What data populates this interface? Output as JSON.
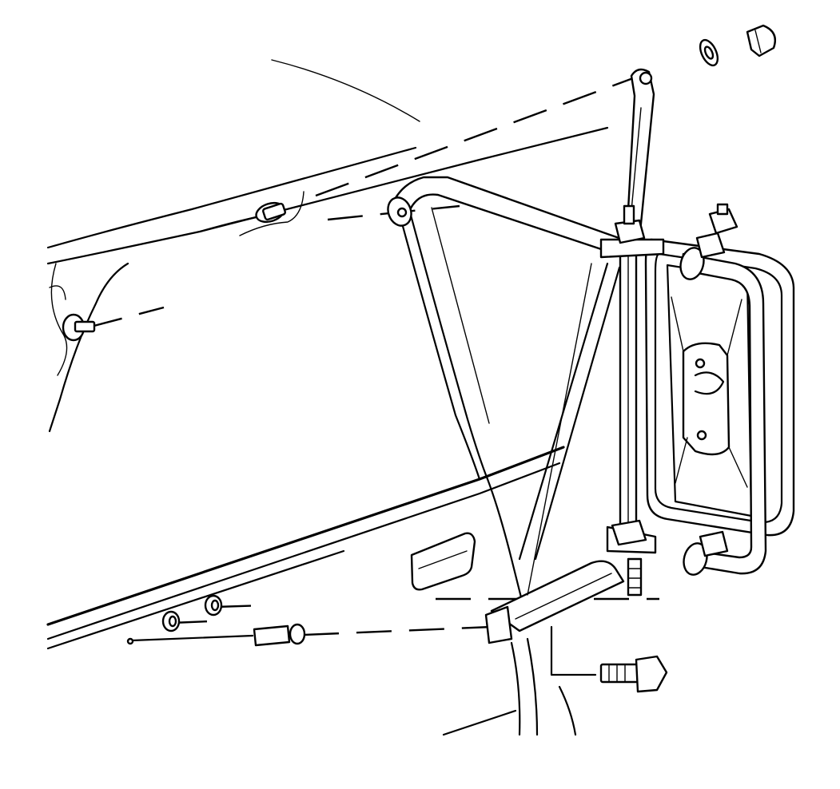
{
  "diagram": {
    "kind": "exploded-assembly-illustration",
    "line_color": "#000000",
    "background": "#ffffff",
    "components": [
      {
        "name": "body-panel-outline",
        "icon": "vehicle-door-outline"
      },
      {
        "name": "mirror-head",
        "icon": "rectangular-mirror"
      },
      {
        "name": "upper-support-arm",
        "icon": "tube-arm"
      },
      {
        "name": "lower-support-arm",
        "icon": "tube-arm"
      },
      {
        "name": "upper-brace-rod",
        "icon": "rod"
      },
      {
        "name": "acorn-nut",
        "icon": "nut"
      },
      {
        "name": "washer",
        "icon": "washer"
      },
      {
        "name": "hex-bolt",
        "icon": "bolt"
      },
      {
        "name": "rivnut-fastener",
        "icon": "insert-nut"
      },
      {
        "name": "plastic-grommet",
        "icon": "grommet"
      }
    ]
  }
}
